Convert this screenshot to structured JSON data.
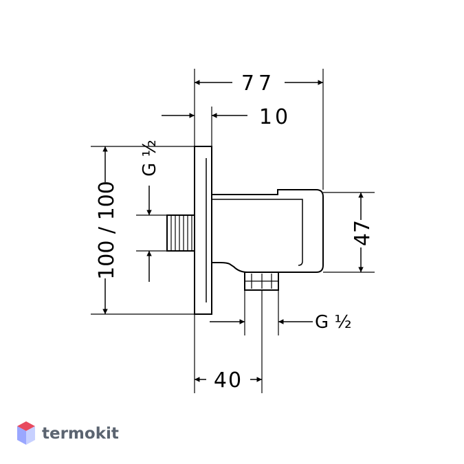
{
  "drawing": {
    "dimensions": {
      "total_depth": "77",
      "flange_thickness": "10",
      "plate_height": "100 / 100",
      "body_height": "47",
      "outlet_offset": "40",
      "inlet_thread": "G ½",
      "outlet_thread": "G ½"
    }
  },
  "watermark": {
    "text": "termokit",
    "colors": {
      "top": "#e84a5f",
      "left": "#9aa7ff",
      "right": "#c7d0ff"
    }
  }
}
